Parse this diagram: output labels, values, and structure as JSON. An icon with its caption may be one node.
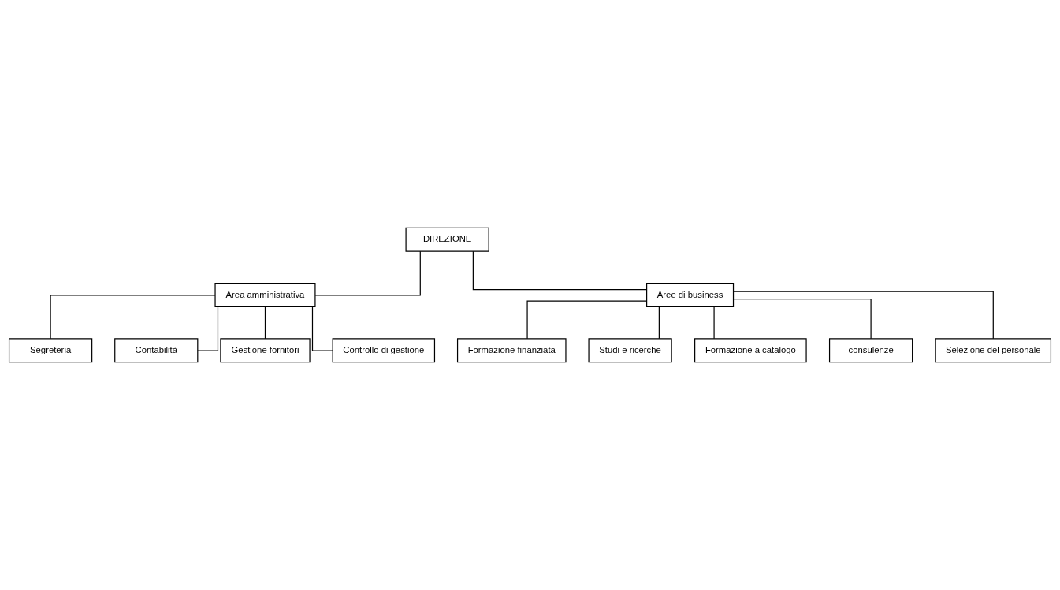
{
  "diagram": {
    "nodes": [
      {
        "text": [
          "DIREZIONE"
        ]
      },
      {
        "text": [
          "Area amministrativa"
        ]
      },
      {
        "text": [
          "Aree di business"
        ]
      },
      {
        "text": [
          "Segreteria"
        ]
      },
      {
        "text": [
          "Contabilità"
        ]
      },
      {
        "text": [
          "Gestione fornitori"
        ]
      },
      {
        "text": [
          "Controllo di gestione"
        ]
      },
      {
        "text": [
          "Formazione finanziata"
        ]
      },
      {
        "text": [
          "Studi e ricerche"
        ]
      },
      {
        "text": [
          "Formazione a catalogo"
        ]
      },
      {
        "text": [
          "consulenze"
        ]
      },
      {
        "text": [
          "Selezione del personale"
        ]
      }
    ],
    "edges": [
      {
        "from": 0,
        "to": 1,
        "arrow": "none"
      },
      {
        "from": 0,
        "to": 2,
        "arrow": "none"
      },
      {
        "from": 1,
        "to": 3,
        "arrow": "none"
      },
      {
        "from": 1,
        "to": 4,
        "arrow": "none"
      },
      {
        "from": 1,
        "to": 5,
        "arrow": "none"
      },
      {
        "from": 1,
        "to": 6,
        "arrow": "none"
      },
      {
        "from": 2,
        "to": 7,
        "arrow": "none"
      },
      {
        "from": 2,
        "to": 8,
        "arrow": "none"
      },
      {
        "from": 2,
        "to": 9,
        "arrow": "none"
      },
      {
        "from": 2,
        "to": 10,
        "arrow": "none"
      },
      {
        "from": 2,
        "to": 11,
        "arrow": "none"
      }
    ]
  }
}
